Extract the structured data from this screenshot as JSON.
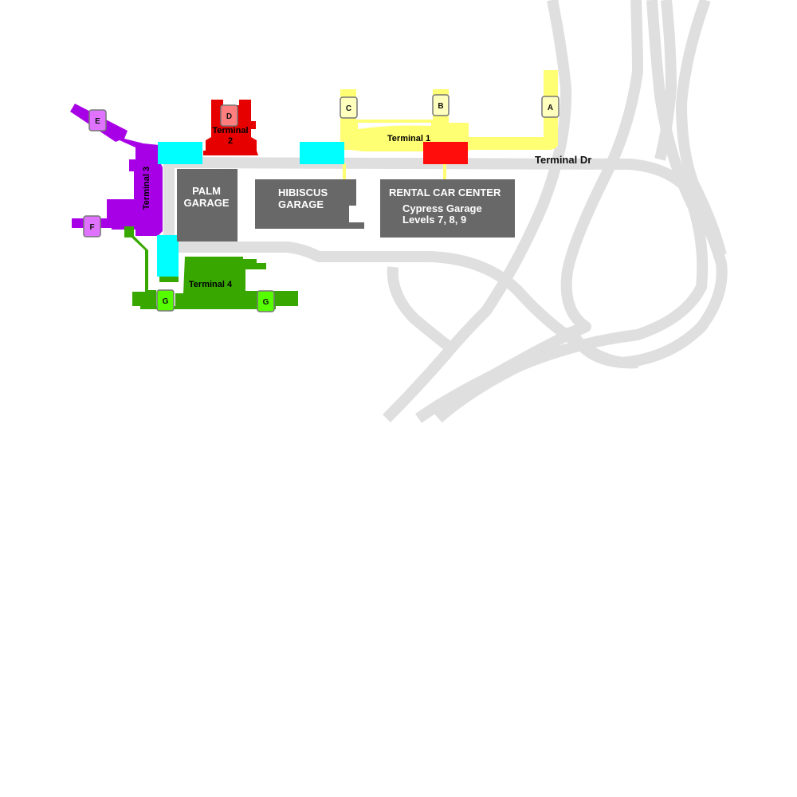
{
  "roads": {
    "terminal_dr": "Terminal Dr"
  },
  "terminals": {
    "t1": "Terminal 1",
    "t2_line1": "Terminal",
    "t2_line2": "2",
    "t3": "Terminal 3",
    "t4": "Terminal 4"
  },
  "gates": {
    "a": "A",
    "b": "B",
    "c": "C",
    "d": "D",
    "e": "E",
    "f": "F",
    "g1": "G",
    "g2": "G"
  },
  "garages": {
    "palm_1": "PALM",
    "palm_2": "GARAGE",
    "hibiscus_1": "HIBISCUS",
    "hibiscus_2": "GARAGE",
    "rental_title": "RENTAL CAR CENTER",
    "rental_sub1": "Cypress Garage",
    "rental_sub2": "Levels 7, 8, 9"
  },
  "colors": {
    "terminal1": "#ffff73",
    "terminal2": "#e60000",
    "terminal3": "#a800e6",
    "terminal4": "#38a800",
    "garage": "#686868",
    "road": "#dfdfdf",
    "cyan": "#00ffff",
    "red": "#ff0d0d"
  }
}
